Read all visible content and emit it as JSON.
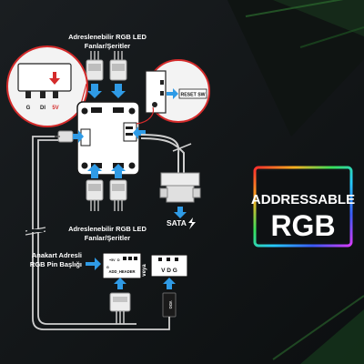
{
  "top_label": {
    "line1": "Adreslenebilir RGB LED",
    "line2": "Fanlar/Şeritler"
  },
  "bottom_label": {
    "line1": "Adreslenebilir RGB LED",
    "line2": "Fanlar/Şeritler"
  },
  "header_label": {
    "line1": "Anakart Adresli",
    "line2": "RGB Pin Başlığı"
  },
  "reset_label": "RESET SW",
  "sata_label": "SATA",
  "or_label": "veya",
  "zoom_pins": {
    "g": "G",
    "di": "DI",
    "v5": "5V"
  },
  "header_pin_labels": {
    "p1": "+5V",
    "p2": "D",
    "p3": "G",
    "name": "ADD_HEADER"
  },
  "header2_pins": "V D G",
  "cable_tag": "VDG",
  "badge": {
    "line1": "ADDRESSABLE",
    "line2": "RGB"
  }
}
